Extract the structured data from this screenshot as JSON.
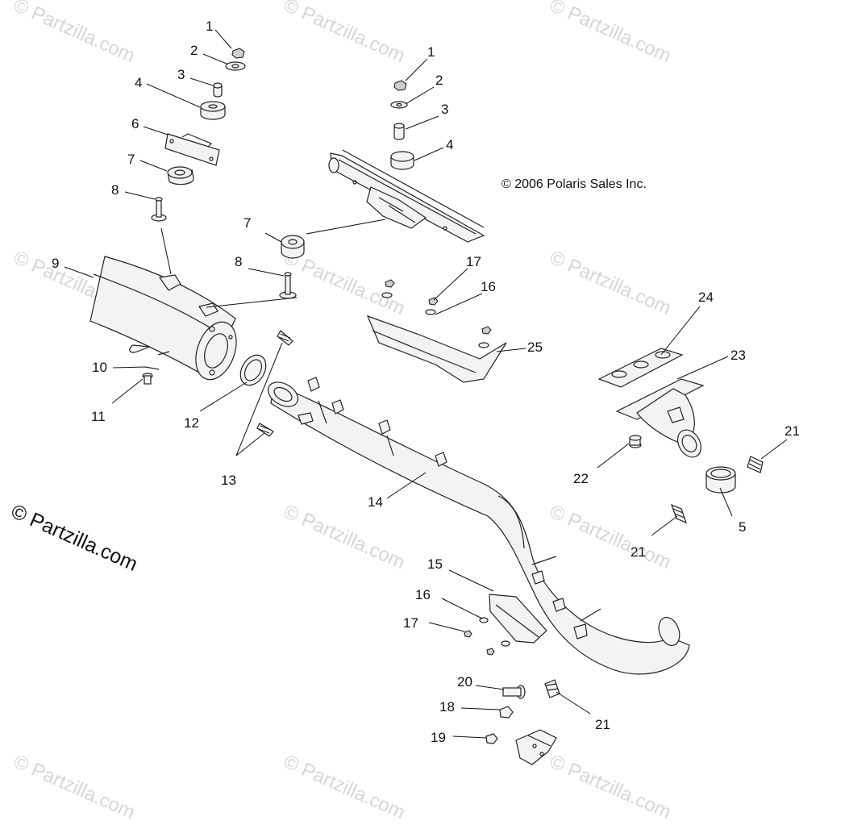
{
  "copyright": "© 2006 Polaris Sales Inc.",
  "watermark_main": "© Partzilla.com",
  "watermark_faint": "© Partzilla.com",
  "callouts": [
    {
      "id": "c1a",
      "label": "1"
    },
    {
      "id": "c2a",
      "label": "2"
    },
    {
      "id": "c3a",
      "label": "3"
    },
    {
      "id": "c4a",
      "label": "4"
    },
    {
      "id": "c6",
      "label": "6"
    },
    {
      "id": "c7a",
      "label": "7"
    },
    {
      "id": "c8a",
      "label": "8"
    },
    {
      "id": "c9",
      "label": "9"
    },
    {
      "id": "c10",
      "label": "10"
    },
    {
      "id": "c11",
      "label": "11"
    },
    {
      "id": "c12",
      "label": "12"
    },
    {
      "id": "c13",
      "label": "13"
    },
    {
      "id": "c1b",
      "label": "1"
    },
    {
      "id": "c2b",
      "label": "2"
    },
    {
      "id": "c3b",
      "label": "3"
    },
    {
      "id": "c4b",
      "label": "4"
    },
    {
      "id": "c7b",
      "label": "7"
    },
    {
      "id": "c8b",
      "label": "8"
    },
    {
      "id": "c17a",
      "label": "17"
    },
    {
      "id": "c16a",
      "label": "16"
    },
    {
      "id": "c25",
      "label": "25"
    },
    {
      "id": "c24",
      "label": "24"
    },
    {
      "id": "c23",
      "label": "23"
    },
    {
      "id": "c21a",
      "label": "21"
    },
    {
      "id": "c22",
      "label": "22"
    },
    {
      "id": "c5",
      "label": "5"
    },
    {
      "id": "c21b",
      "label": "21"
    },
    {
      "id": "c14",
      "label": "14"
    },
    {
      "id": "c15",
      "label": "15"
    },
    {
      "id": "c16b",
      "label": "16"
    },
    {
      "id": "c17b",
      "label": "17"
    },
    {
      "id": "c20",
      "label": "20"
    },
    {
      "id": "c18",
      "label": "18"
    },
    {
      "id": "c21c",
      "label": "21"
    },
    {
      "id": "c19",
      "label": "19"
    }
  ]
}
